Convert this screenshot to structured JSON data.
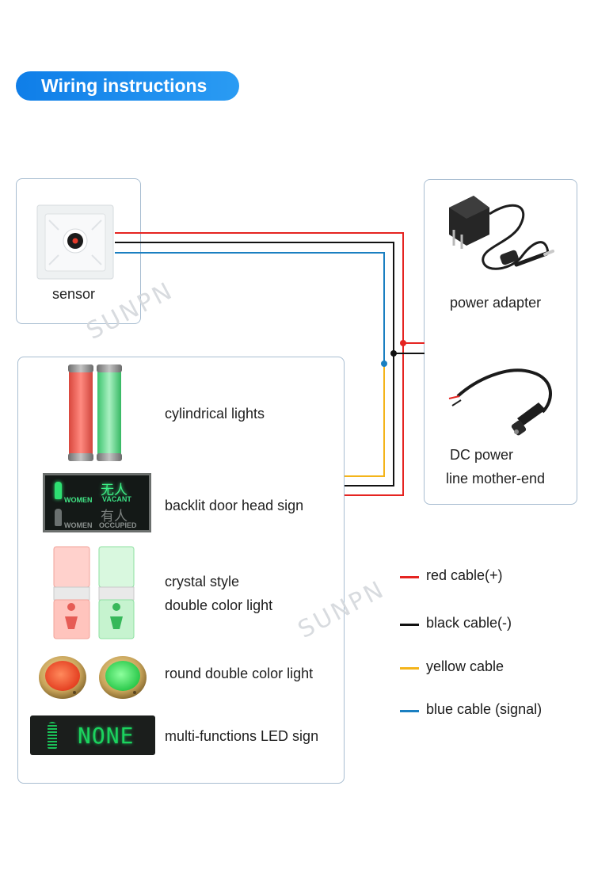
{
  "header": {
    "title": "Wiring instructions"
  },
  "sensor": {
    "label": "sensor"
  },
  "power": {
    "adapter_label": "power adapter",
    "dc_label_line1": "DC power",
    "dc_label_line2": "line mother-end"
  },
  "devices": [
    {
      "label": "cylindrical lights"
    },
    {
      "label": "backlit door head sign"
    },
    {
      "label_line1": "crystal style",
      "label_line2": "double color light"
    },
    {
      "label": "round double color light"
    },
    {
      "label": "multi-functions LED sign"
    }
  ],
  "door_sign": {
    "top_word": "WOMEN",
    "top_status": "VACANT",
    "top_chars": "无人",
    "bottom_word": "WOMEN",
    "bottom_status": "OCCUPIED",
    "bottom_chars": "有人"
  },
  "led_sign": {
    "text": "NONE"
  },
  "legend": [
    {
      "label": "red cable(+)",
      "color": "#e52421"
    },
    {
      "label": "black cable(-)",
      "color": "#111111"
    },
    {
      "label": "yellow cable",
      "color": "#f4b41a"
    },
    {
      "label": "blue cable (signal)",
      "color": "#1a7fc1"
    }
  ],
  "watermark": {
    "text": "SUNPN"
  },
  "colors": {
    "red": "#e52421",
    "black": "#111111",
    "yellow": "#f4b41a",
    "blue": "#1a7fc1",
    "accent": "#1584ea"
  }
}
